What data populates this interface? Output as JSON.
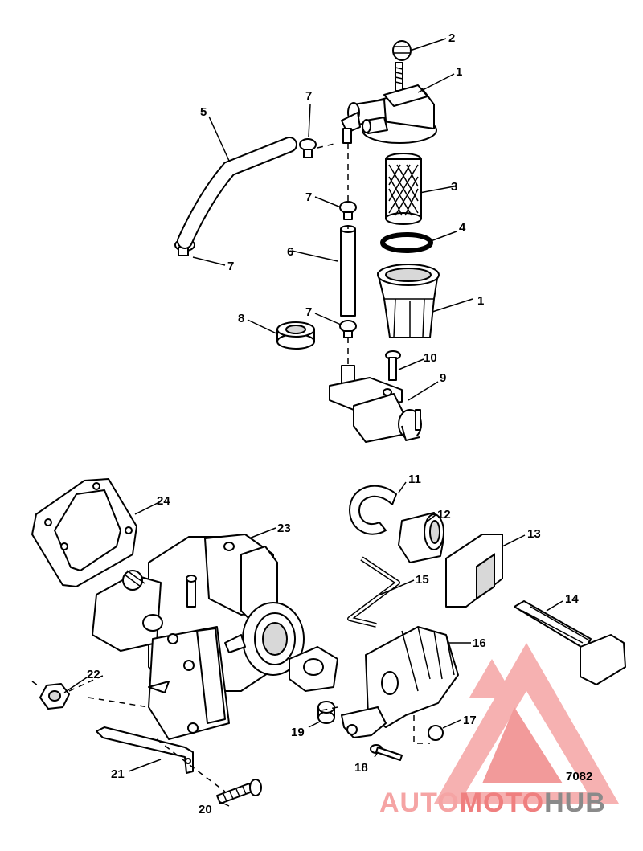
{
  "diagram": {
    "figure_number": "7082",
    "callouts": {
      "c1a": "1",
      "c2": "2",
      "c3": "3",
      "c4": "4",
      "c1b": "1",
      "c5": "5",
      "c6": "6",
      "c7a": "7",
      "c7b": "7",
      "c7c": "7",
      "c7d": "7",
      "c8": "8",
      "c9": "9",
      "c10": "10",
      "c11": "11",
      "c12": "12",
      "c13": "13",
      "c14": "14",
      "c15": "15",
      "c16": "16",
      "c17": "17",
      "c18": "18",
      "c19": "19",
      "c20": "20",
      "c21": "21",
      "c22": "22",
      "c23": "23",
      "c24": "24"
    }
  },
  "watermark": {
    "part1": "AUTO",
    "part2": "MOTO",
    "part3": "HUB",
    "color_light": "#f5a4a4",
    "color_mid": "#ef7f7f",
    "color_dark": "#8a8a8a"
  }
}
